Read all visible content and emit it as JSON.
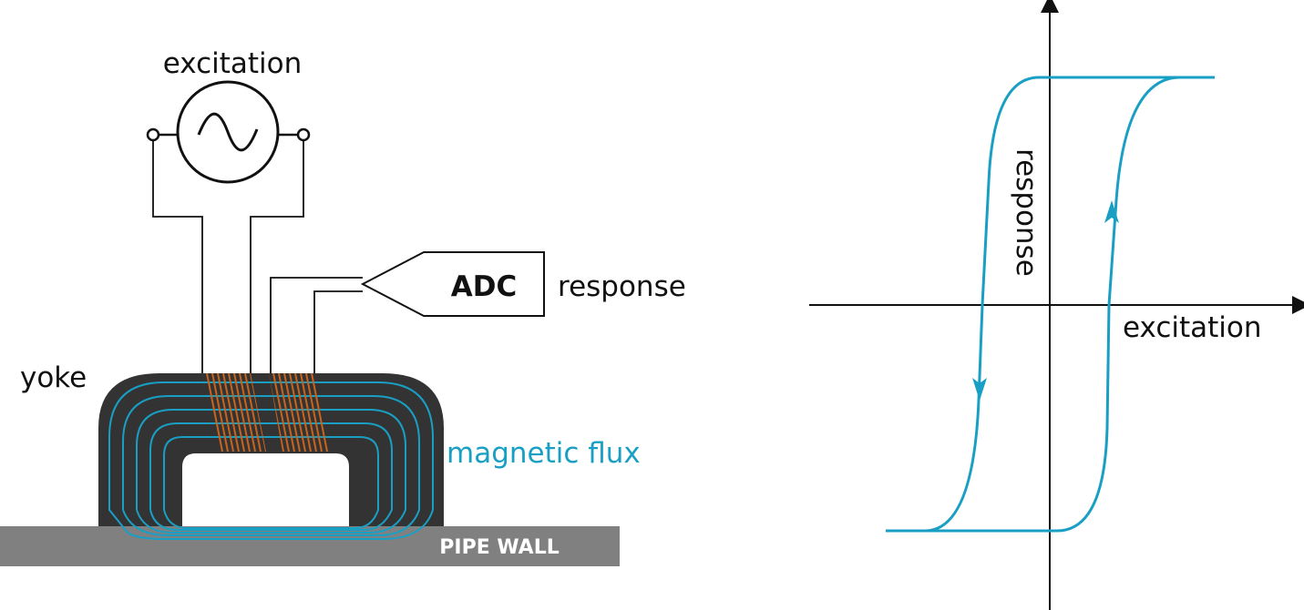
{
  "setup": {
    "source_label": "excitation",
    "adc_label": "ADC",
    "response_label": "response",
    "yoke_label": "yoke",
    "flux_label": "magnetic flux",
    "pipe_label": "PIPE WALL",
    "source_icon": "ac-source-icon"
  },
  "loop": {
    "y_axis_label": "response",
    "x_axis_label": "excitation"
  },
  "colors": {
    "flux": "#1a9fc4",
    "coil": "#c8641e",
    "yoke": "#333333",
    "pipe": "#808080"
  }
}
